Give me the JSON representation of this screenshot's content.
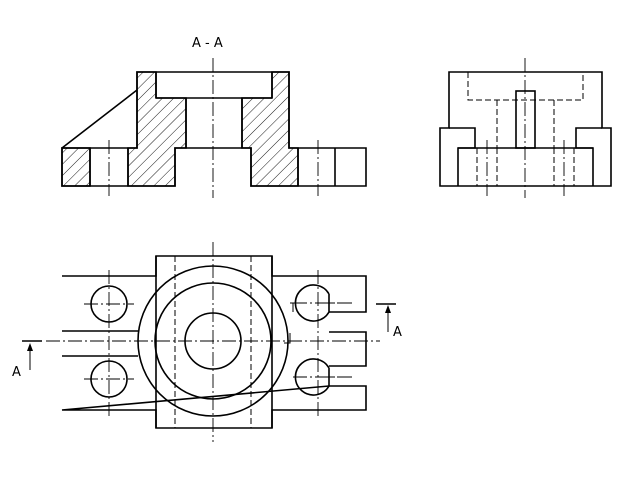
{
  "section_title": "A - A",
  "cut_label_left": "A",
  "cut_label_right": "A"
}
